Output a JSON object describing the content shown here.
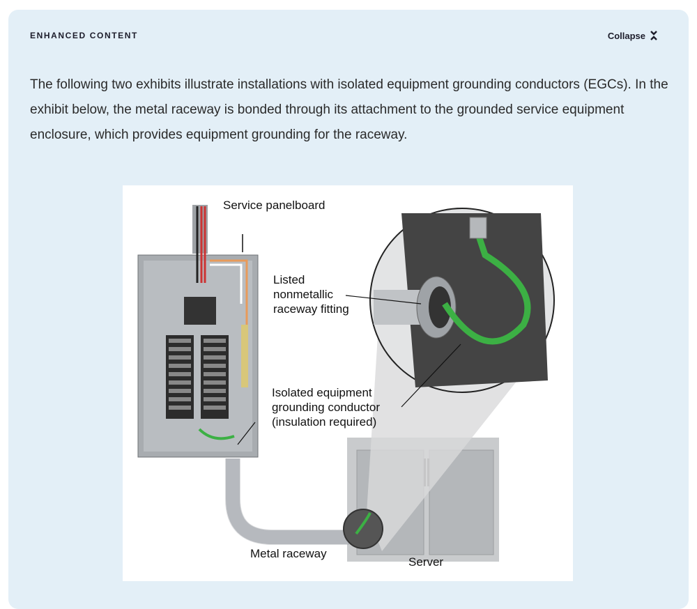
{
  "header": {
    "eyebrow": "ENHANCED CONTENT",
    "collapse_label": "Collapse"
  },
  "body": {
    "intro": "The following two exhibits illustrate installations with isolated equipment grounding conductors (EGCs). In the exhibit below, the metal raceway is bonded through its attachment to the grounded service equipment enclosure, which provides equipment grounding for the raceway."
  },
  "figure": {
    "labels": {
      "service_panelboard": "Service panelboard",
      "fitting": "Listed nonmetallic raceway fitting",
      "egc": "Isolated equipment grounding conductor (insulation required)",
      "metal_raceway": "Metal raceway",
      "server": "Server"
    }
  }
}
